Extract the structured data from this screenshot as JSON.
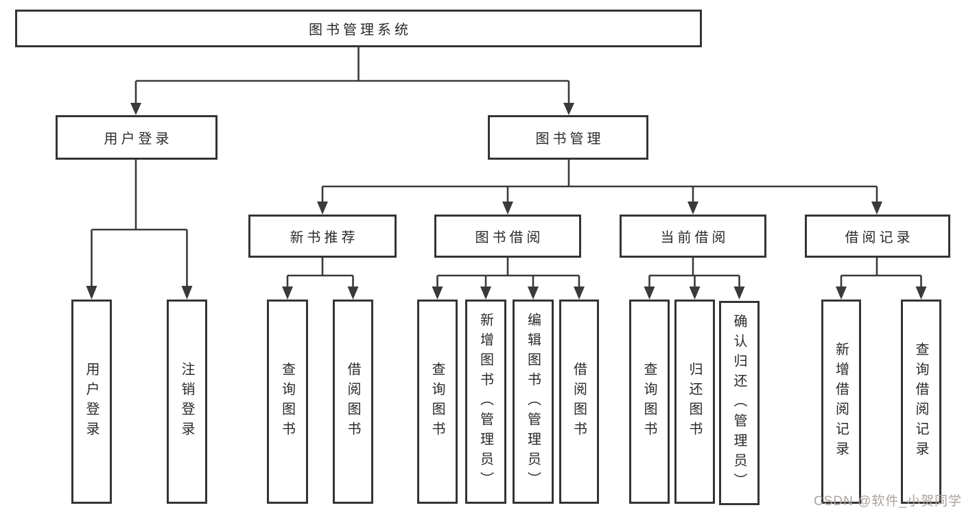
{
  "diagram": {
    "tree": {
      "label": "图书管理系统",
      "children": [
        {
          "label": "用户登录",
          "children": [
            {
              "label": "用户登录"
            },
            {
              "label": "注销登录"
            }
          ]
        },
        {
          "label": "图书管理",
          "children": [
            {
              "label": "新书推荐",
              "children": [
                {
                  "label": "查询图书"
                },
                {
                  "label": "借阅图书"
                }
              ]
            },
            {
              "label": "图书借阅",
              "children": [
                {
                  "label": "查询图书"
                },
                {
                  "label": "新增图书（管理员）"
                },
                {
                  "label": "编辑图书（管理员）"
                },
                {
                  "label": "借阅图书"
                }
              ]
            },
            {
              "label": "当前借阅",
              "children": [
                {
                  "label": "查询图书"
                },
                {
                  "label": "归还图书"
                },
                {
                  "label": "确认归还（管理员）"
                }
              ]
            },
            {
              "label": "借阅记录",
              "children": [
                {
                  "label": "新增借阅记录"
                },
                {
                  "label": "查询借阅记录"
                }
              ]
            }
          ]
        }
      ]
    },
    "colors": {
      "line": "#3a3a3a",
      "box_border": "#343434",
      "box_fill": "#ffffff",
      "text": "#2a2a2a",
      "watermark": "#aba39f"
    }
  },
  "watermark": {
    "text": "CSDN @软件_小贺同学"
  }
}
